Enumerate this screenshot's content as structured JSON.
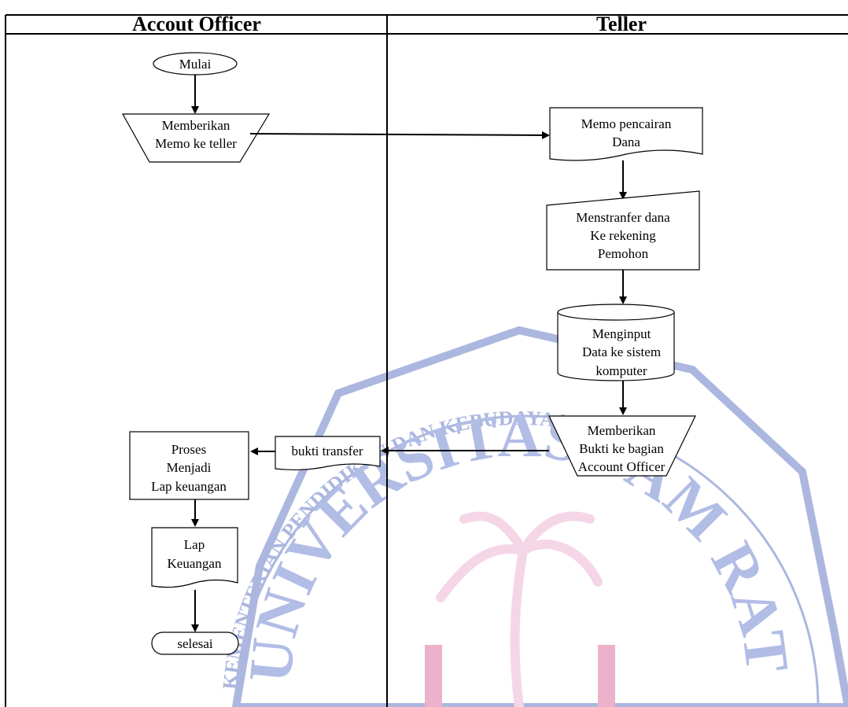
{
  "headers": {
    "left": "Accout Officer",
    "right": "Teller"
  },
  "watermark": {
    "ring_text_left": "KEMENTERIAN PENDIDIKAN DAN KEBUDAYAAN",
    "arc_text": "UNIVERSITAS SAM RATULANGI",
    "colors": {
      "blue": "#3c55b4",
      "red": "#d24a84",
      "pink": "#e8a0c8"
    }
  },
  "nodes": {
    "mulai": "Mulai",
    "memberikan_memo": [
      "Memberikan",
      "Memo ke teller"
    ],
    "memo_pencairan": [
      "Memo pencairan",
      "Dana"
    ],
    "menstranfer": [
      "Menstranfer dana",
      "Ke rekening",
      "Pemohon"
    ],
    "menginput": [
      "Menginput",
      "Data ke sistem",
      "komputer"
    ],
    "memberikan_bukti": [
      "Memberikan",
      "Bukti ke bagian",
      "Account Officer"
    ],
    "bukti_transfer": "bukti transfer",
    "proses": [
      "Proses",
      "Menjadi",
      "Lap keuangan"
    ],
    "lap_keuangan": [
      "Lap",
      "Keuangan"
    ],
    "selesai": "selesai"
  }
}
